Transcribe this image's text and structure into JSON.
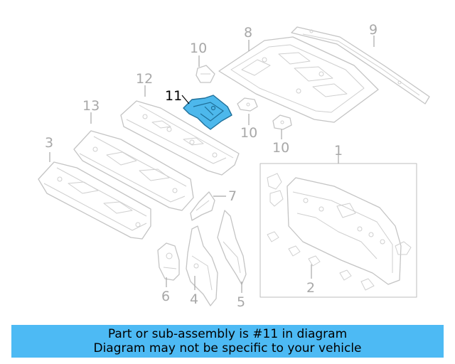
{
  "diagram": {
    "callouts": {
      "c1": "1",
      "c2": "2",
      "c3": "3",
      "c4": "4",
      "c5": "5",
      "c6": "6",
      "c7": "7",
      "c8": "8",
      "c9": "9",
      "c10a": "10",
      "c10b": "10",
      "c10c": "10",
      "c11": "11",
      "c12": "12",
      "c13": "13"
    },
    "highlighted_part": "11",
    "highlight_color": "#4db8ec",
    "line_color": "#c4c4c4"
  },
  "banner": {
    "line1": "Part or sub-assembly is #11 in diagram",
    "line2": "Diagram may not be specific to your vehicle",
    "background": "#4dbaf4"
  }
}
